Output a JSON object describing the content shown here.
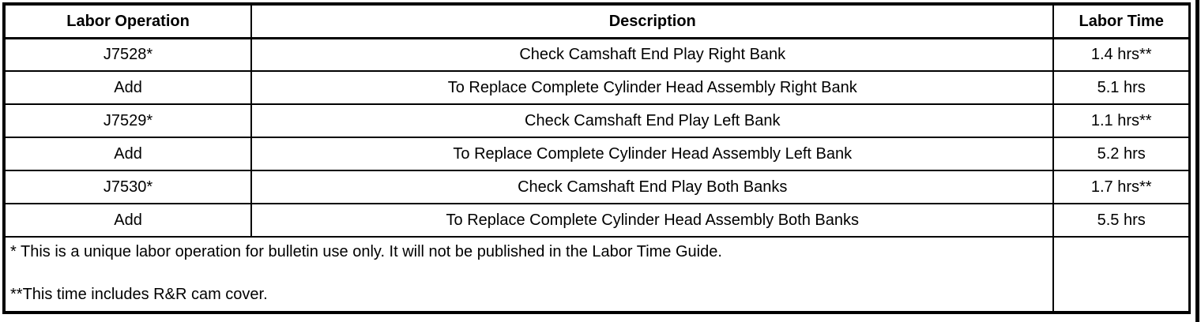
{
  "page": {
    "background_color": "#ffffff",
    "border_color": "#000000",
    "text_color": "#000000"
  },
  "table": {
    "columns": [
      "Labor Operation",
      "Description",
      "Labor Time"
    ],
    "rows": [
      {
        "labor_operation": "J7528*",
        "description": "Check Camshaft End Play Right Bank",
        "labor_time": "1.4 hrs**"
      },
      {
        "labor_operation": "Add",
        "description": "To Replace Complete Cylinder Head Assembly Right Bank",
        "labor_time": "5.1 hrs"
      },
      {
        "labor_operation": "J7529*",
        "description": "Check Camshaft End Play Left Bank",
        "labor_time": "1.1 hrs**"
      },
      {
        "labor_operation": "Add",
        "description": "To Replace Complete Cylinder Head Assembly Left Bank",
        "labor_time": "5.2 hrs"
      },
      {
        "labor_operation": "J7530*",
        "description": "Check Camshaft End Play Both Banks",
        "labor_time": "1.7 hrs**"
      },
      {
        "labor_operation": "Add",
        "description": "To Replace Complete Cylinder Head Assembly Both Banks",
        "labor_time": "5.5 hrs"
      }
    ],
    "footnotes": [
      "* This is a unique labor operation for bulletin use only. It will not be published in the Labor Time Guide.",
      "**This time includes R&R cam cover."
    ]
  }
}
